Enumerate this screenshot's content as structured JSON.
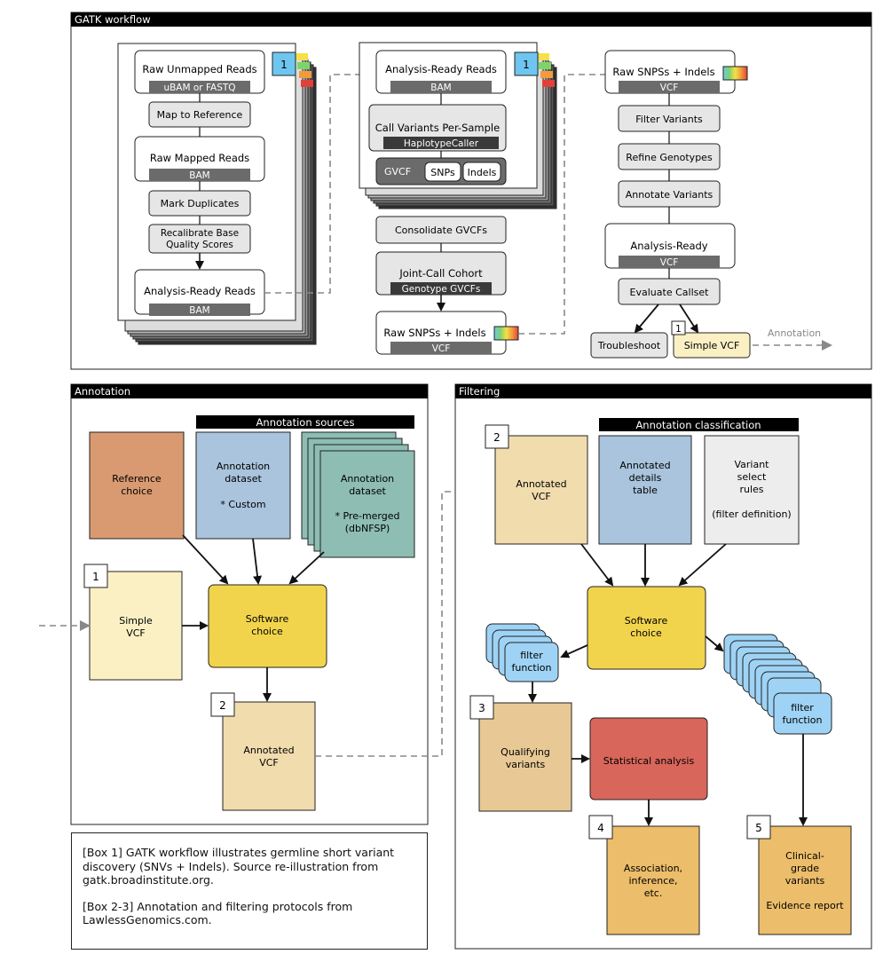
{
  "colors": {
    "black_bar": "#000000",
    "box_grey": "#e6e6e6",
    "bar_grey": "#6b6b6b",
    "dark_bar": "#3a3a3a",
    "blue_badge": "#6ec6f0",
    "reference": "#d99a72",
    "annot_blue": "#a9c4dc",
    "annot_teal": "#8dbdb3",
    "simple_vcf": "#fbf0c4",
    "software": "#f2d44c",
    "annotated_vcf": "#f1dcae",
    "qualifying": "#e8c995",
    "filter_fn": "#9fd3f5",
    "stat": "#d9665a",
    "orange_box": "#ecbd6a",
    "light_grey": "#ededed"
  },
  "gatk": {
    "title": "GATK workflow",
    "col1": {
      "badge": "1",
      "raw_unmapped": "Raw Unmapped Reads",
      "raw_unmapped_fmt": "uBAM or FASTQ",
      "map_ref": "Map to Reference",
      "raw_mapped": "Raw Mapped Reads",
      "raw_mapped_fmt": "BAM",
      "mark_dup": "Mark Duplicates",
      "recal_1": "Recalibrate Base",
      "recal_2": "Quality Scores",
      "analysis_ready": "Analysis-Ready Reads",
      "analysis_ready_fmt": "BAM"
    },
    "col2": {
      "badge": "1",
      "analysis_ready": "Analysis-Ready Reads",
      "analysis_ready_fmt": "BAM",
      "call_variants": "Call Variants Per-Sample",
      "haplotype": "HaplotypeCaller",
      "gvcf": "GVCF",
      "snps": "SNPs",
      "indels": "Indels",
      "consolidate": "Consolidate GVCFs",
      "joint_call": "Joint-Call Cohort",
      "genotype": "Genotype GVCFs",
      "raw_snps": "Raw SNPSs + Indels",
      "raw_snps_fmt": "VCF"
    },
    "col3": {
      "raw_snps": "Raw SNPSs + Indels",
      "raw_snps_fmt": "VCF",
      "filter": "Filter Variants",
      "refine": "Refine Genotypes",
      "annotate": "Annotate Variants",
      "analysis_ready": "Analysis-Ready",
      "analysis_ready_fmt": "VCF",
      "evaluate": "Evaluate Callset",
      "troubleshoot": "Troubleshoot",
      "simple_vcf": "Simple  VCF",
      "simple_badge": "1",
      "annotation_out": "Annotation"
    }
  },
  "annotation": {
    "title": "Annotation",
    "sources_header": "Annotation sources",
    "reference_1": "Reference",
    "reference_2": "choice",
    "dataset_custom_1": "Annotation",
    "dataset_custom_2": "dataset",
    "dataset_custom_3": "* Custom",
    "dataset_pre_1": "Annotation",
    "dataset_pre_2": "dataset",
    "dataset_pre_3": "* Pre-merged",
    "dataset_pre_4": "(dbNFSP)",
    "simple_badge": "1",
    "simple_1": "Simple",
    "simple_2": "VCF",
    "software_1": "Software",
    "software_2": "choice",
    "annotated_badge": "2",
    "annotated_1": "Annotated",
    "annotated_2": "VCF"
  },
  "filtering": {
    "title": "Filtering",
    "classification_header": "Annotation classification",
    "annotated_badge": "2",
    "annotated_1": "Annotated",
    "annotated_2": "VCF",
    "details_1": "Annotated",
    "details_2": "details",
    "details_3": "table",
    "rules_1": "Variant",
    "rules_2": "select",
    "rules_3": "rules",
    "rules_4": "(filter definition)",
    "software_1": "Software",
    "software_2": "choice",
    "filter_fn_1": "filter",
    "filter_fn_2": "function",
    "qual_badge": "3",
    "qual_1": "Qualifying",
    "qual_2": "variants",
    "stat": "Statistical analysis",
    "assoc_badge": "4",
    "assoc_1": "Association,",
    "assoc_2": "inference,",
    "assoc_3": "etc.",
    "clin_badge": "5",
    "clin_1": "Clinical-",
    "clin_2": "grade",
    "clin_3": "variants",
    "clin_4": "Evidence report"
  },
  "caption": {
    "box1": "[Box 1] GATK workflow illustrates germline short variant discovery (SNVs + Indels). Source re-illustration from gatk.broadinstitute.org.",
    "box23": "[Box 2-3] Annotation and filtering protocols from LawlessGenomics.com."
  }
}
